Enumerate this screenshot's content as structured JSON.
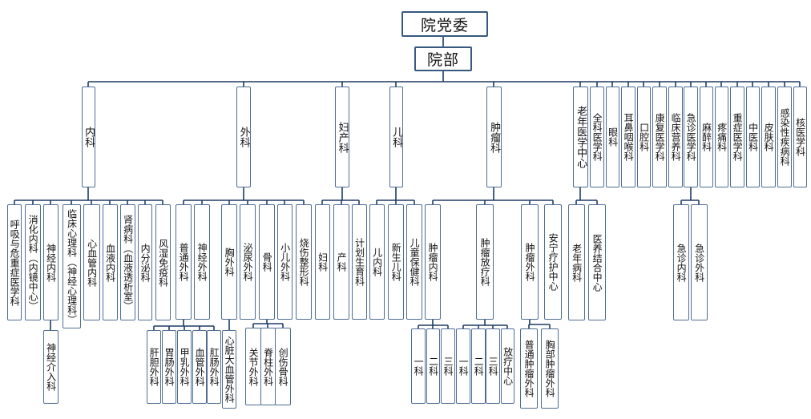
{
  "colors": {
    "line": "#1e3c64",
    "box_border": "#4f6d94",
    "text": "#111111",
    "background": "#ffffff"
  },
  "nodes": {
    "yuandangwei": "院党委",
    "yuanbu": "院部",
    "neike": "内科",
    "waike": "外科",
    "fuchanke": "妇产科",
    "erke": "儿科",
    "zhongliuke": "肿瘤科",
    "laonian": "老年医学中心",
    "quanke": "全科医学科",
    "yanke": "眼科",
    "erbihouke": "耳鼻咽喉科",
    "kouqiang": "口腔科",
    "kangfu": "康复医学科",
    "linchuangyingyang": "临床营养科",
    "jizhen": "急诊医学科",
    "mazui": "麻醉科",
    "tengtong": "疼痛科",
    "zhongzheng": "重症医学科",
    "zhongyi": "中医科",
    "pifu": "皮肤科",
    "ganran": "感染性疾病科",
    "heyixue": "核医学科",
    "huxi": "呼吸与危重症医学科",
    "xiaohua": "消化内科（内镜中心）",
    "shenjingnei": "神经内科",
    "xinli": "临床心理科（神经心理科）",
    "xinxueguannei": "心血管内科",
    "xueye": "血液内科",
    "shenbing": "肾病科（血液透析室）",
    "neifenmi": "内分泌科",
    "fengshi": "风湿免疫科",
    "jieru": "神经介入科",
    "putongwai": "普通外科",
    "shenjingwai": "神经外科",
    "xiongwai": "胸外科",
    "miniao": "泌尿外科",
    "guke": "骨科",
    "xiaoerwai": "小儿外科",
    "shaoshang": "烧伤整形科",
    "gandan": "肝胆外科",
    "weichang": "胃肠外科",
    "jiaru": "甲乳外科",
    "xueguanwai": "血管外科",
    "gangchang": "肛肠外科",
    "xinzang": "心脏大血管外科",
    "guanjie": "关节外科",
    "jizhu": "脊柱外科",
    "chuangshang": "创伤骨科",
    "fuke": "妇科",
    "chanke": "产科",
    "jihua": "计划生育科",
    "erneike": "儿内科",
    "xinshenger": "新生儿科",
    "ertongbaojian": "儿童保健科",
    "zhongliuneike": "肿瘤内科",
    "fangliao": "肿瘤放疗科",
    "zhongliuwaike": "肿瘤外科",
    "anning": "安宁疗护中心",
    "nk1": "一科",
    "nk2": "二科",
    "nk3": "三科",
    "fl1": "一科",
    "fl2": "二科",
    "fl3": "三科",
    "flzx": "放疗中心",
    "putongzhongliu": "普通肿瘤外科",
    "xiongbuzhongliu": "胸部肿瘤外科",
    "laonianbing": "老年病科",
    "yiyang": "医养结合中心",
    "jizhenneike": "急诊内科",
    "jizhenwaike": "急诊外科"
  }
}
